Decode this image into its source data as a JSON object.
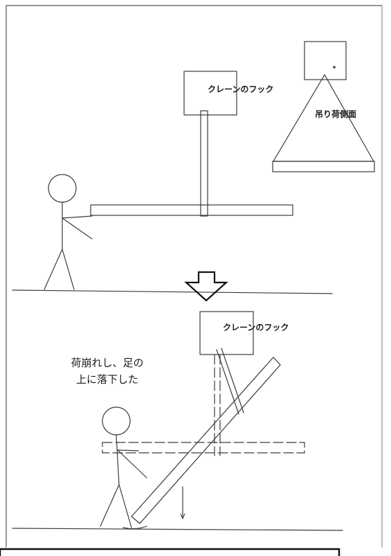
{
  "labels": {
    "crane_hook_top": "クレーンのフック",
    "load_side_view": "吊り荷側面",
    "crane_hook_bottom": "クレーンのフック",
    "caption_line1": "荷崩れし、足の",
    "caption_line2": "上に落下した"
  },
  "colors": {
    "line": "#3a3a3a",
    "background": "#ffffff"
  },
  "icons": {
    "transition_arrow": "down-arrow-outline-icon"
  }
}
